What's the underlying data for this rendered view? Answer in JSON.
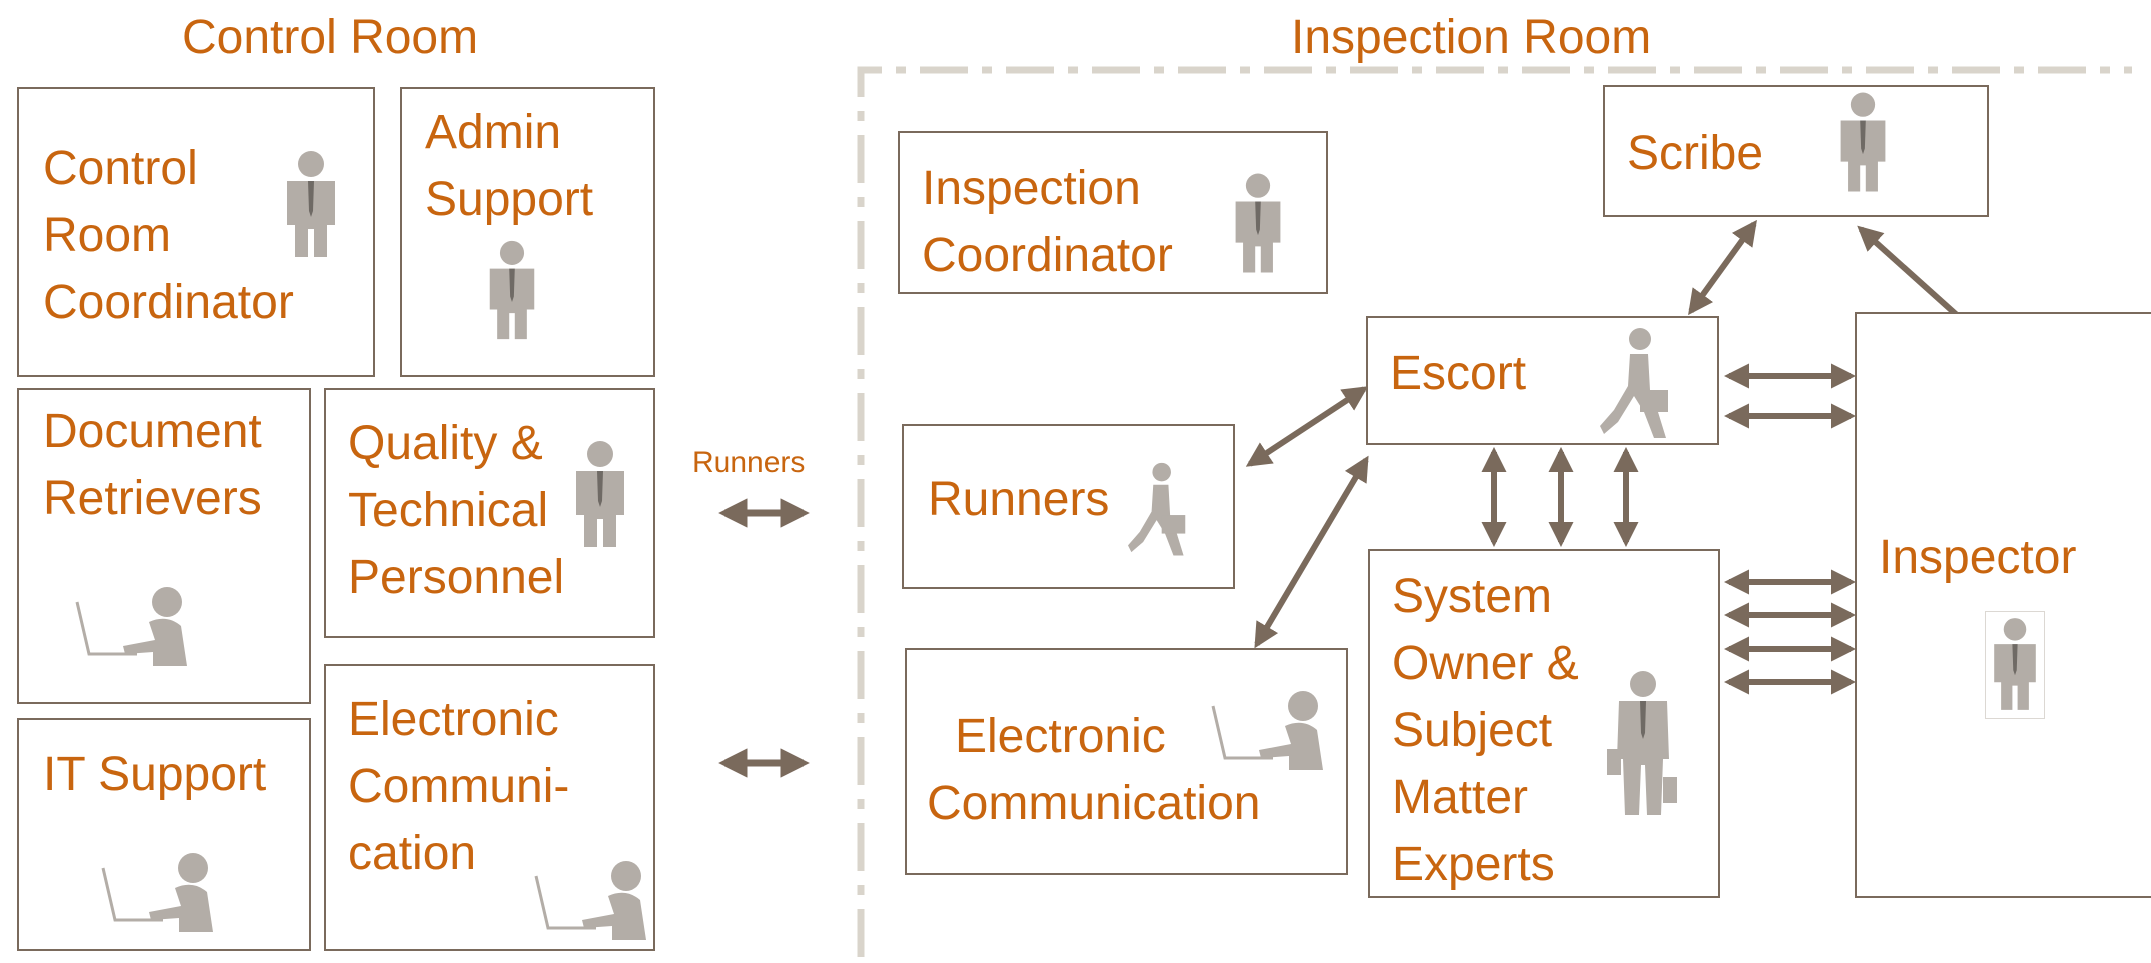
{
  "control_room": {
    "title": "Control Room",
    "boxes": {
      "control_room_coordinator": [
        "Control",
        "Room",
        "Coordinator"
      ],
      "admin_support": [
        "Admin",
        "Support"
      ],
      "document_retrievers": [
        "Document",
        "Retrievers"
      ],
      "quality_technical": [
        "Quality &",
        "Technical",
        "Personnel"
      ],
      "it_support": [
        "IT Support"
      ],
      "electronic_communication": [
        "Electronic",
        "Communi-",
        "cation"
      ]
    }
  },
  "link": {
    "runners_label": "Runners"
  },
  "inspection_room": {
    "title": "Inspection Room",
    "boxes": {
      "inspection_coordinator": [
        "Inspection",
        "Coordinator"
      ],
      "scribe": [
        "Scribe"
      ],
      "escort": [
        "Escort"
      ],
      "runners": [
        "Runners"
      ],
      "electronic_communication": [
        "Electronic",
        "Communication"
      ],
      "system_owner_sme": [
        "System",
        "Owner &",
        "Subject",
        "Matter",
        "Experts"
      ],
      "inspector": [
        "Inspector"
      ]
    }
  },
  "colors": {
    "label": "#c8650f",
    "border": "#7a6a5c",
    "arrow": "#7a6a5c",
    "icon": "#b3ada7",
    "room_boundary": "#d9d4cb"
  },
  "icons": {
    "standing_person": "person-standing-icon",
    "walking_person": "person-walking-briefcase-icon",
    "laptop_person": "person-laptop-icon",
    "briefcase_person": "person-briefcase-icon"
  }
}
